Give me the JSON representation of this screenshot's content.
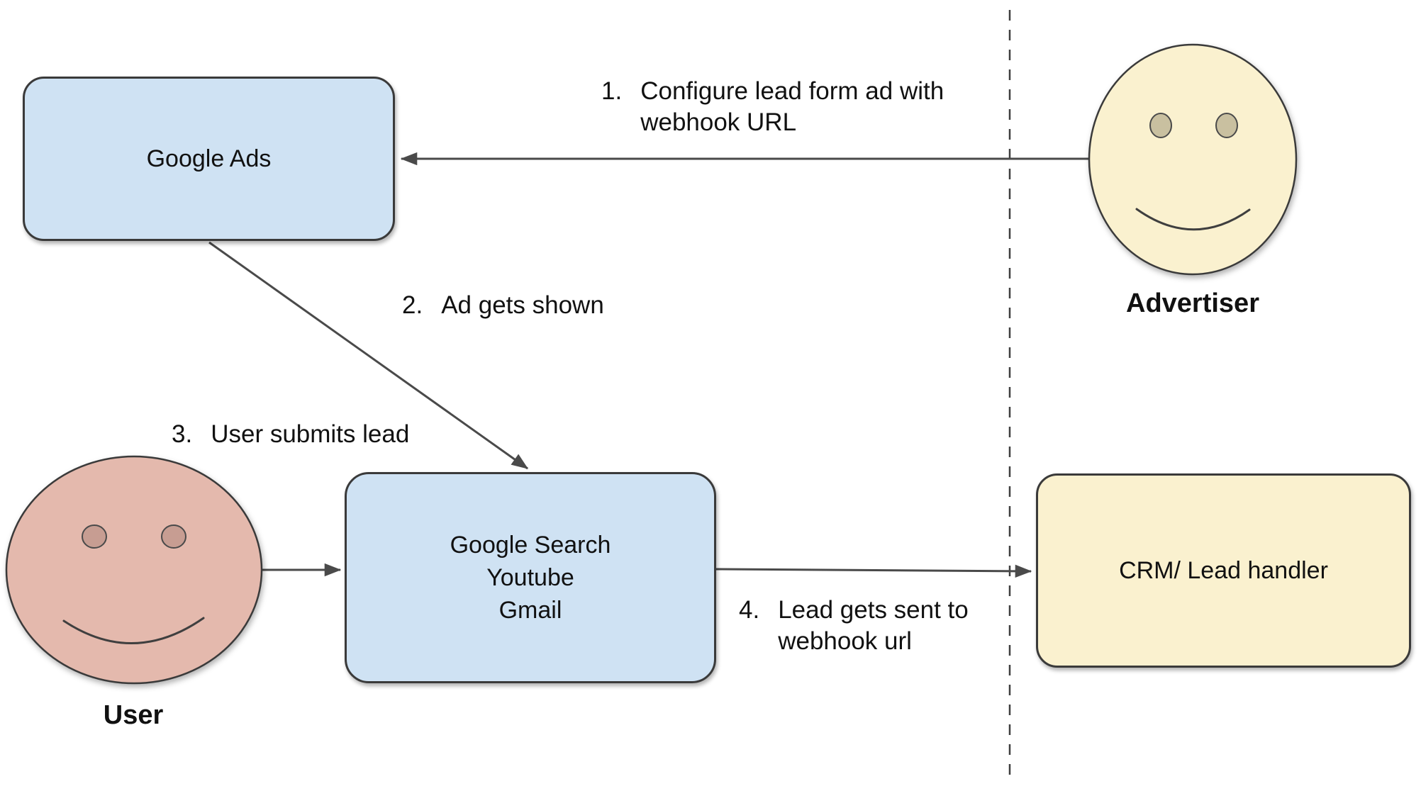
{
  "boxes": {
    "google_ads": {
      "label": "Google Ads",
      "fill": "#cfe2f3"
    },
    "google_surfaces": {
      "line1": "Google Search",
      "line2": "Youtube",
      "line3": "Gmail",
      "fill": "#cfe2f3"
    },
    "crm": {
      "label": "CRM/ Lead handler",
      "fill": "#faf1cf"
    }
  },
  "actors": {
    "advertiser": {
      "label": "Advertiser",
      "face_fill": "#faf1cf",
      "eye_fill": "#c9c0a0"
    },
    "user": {
      "label": "User",
      "face_fill": "#e4b9ad",
      "eye_fill": "#c79d92"
    }
  },
  "steps": {
    "step1": {
      "number": "1.",
      "line1": "Configure lead form ad with",
      "line2": "webhook URL"
    },
    "step2": {
      "number": "2.",
      "line1": "Ad gets shown"
    },
    "step3": {
      "number": "3.",
      "line1": "User submits lead"
    },
    "step4": {
      "number": "4.",
      "line1": "Lead gets sent to",
      "line2": "webhook url"
    }
  },
  "colors": {
    "box_border": "#3a3a3a",
    "arrow": "#4a4a4a",
    "dashed_line": "#3f3f3f",
    "text": "#111111",
    "background": "#ffffff"
  }
}
